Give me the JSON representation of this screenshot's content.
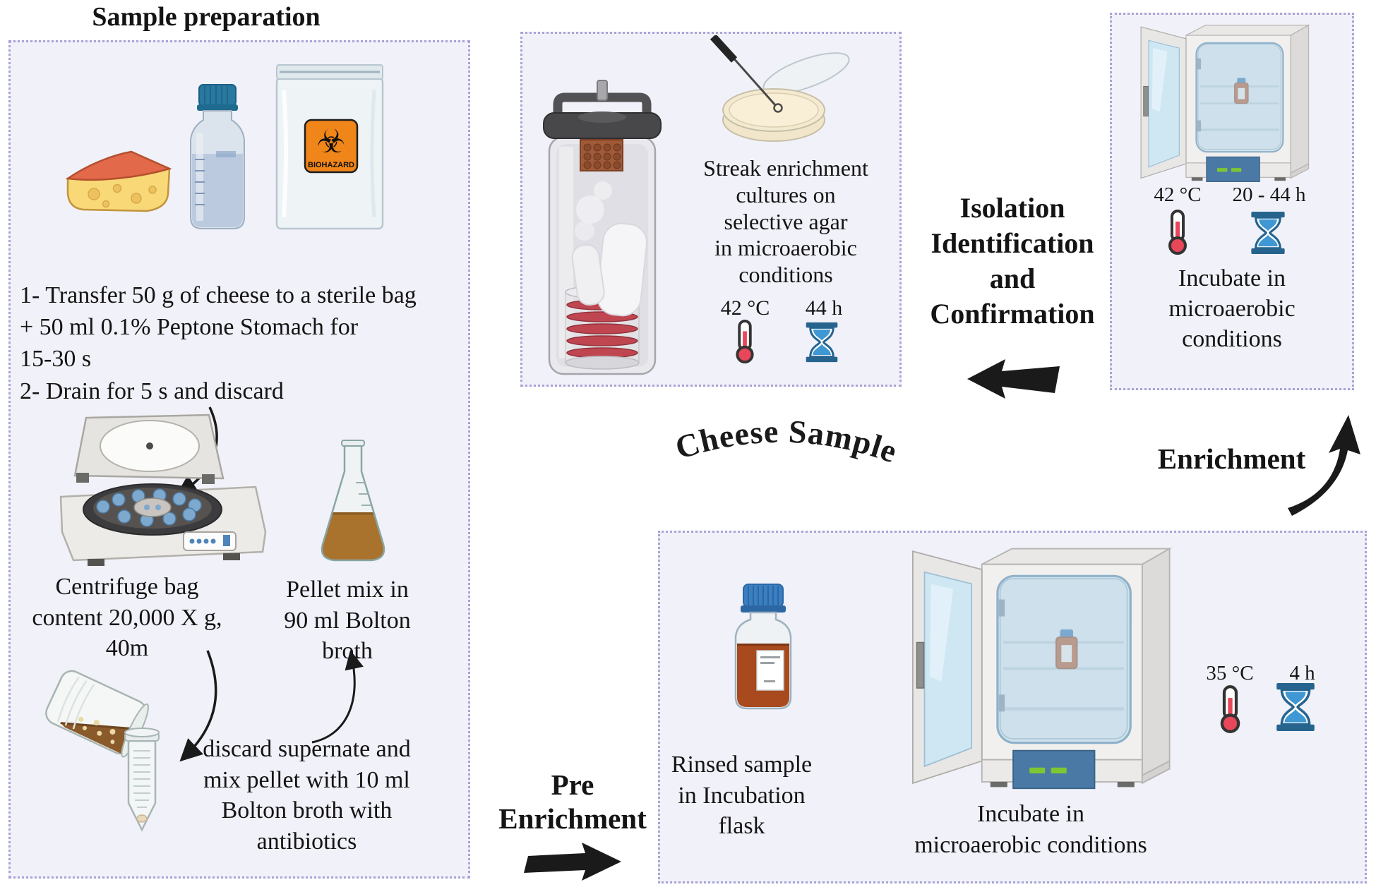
{
  "title": "Sample preparation",
  "sample_prep": {
    "steps": "1- Transfer 50 g of cheese to a sterile bag\n+ 50 ml 0.1% Peptone Stomach for\n15-30 s\n2- Drain for 5 s and discard",
    "centrifuge_caption": "Centrifuge bag\ncontent 20,000 X g,\n40m",
    "flask_caption": "Pellet mix in\n90 ml Bolton\nbroth",
    "discard_caption": "discard supernate and\nmix pellet with 10 ml\nBolton broth with\nantibiotics",
    "biohazard_label": "BIOHAZARD"
  },
  "streak_box": {
    "caption": "Streak  enrichment\ncultures on\nselective agar\nin microaerobic\nconditions",
    "temperature": "42 °C",
    "duration": "44 h"
  },
  "isolation_box": {
    "temperature": "42 °C",
    "duration": "20 - 44 h",
    "caption": "Incubate in\nmicroaerobic\nconditions"
  },
  "enrichment_box": {
    "bottle_caption": "Rinsed sample\nin Incubation\nflask",
    "incubator_caption": "Incubate in\nmicroaerobic conditions",
    "temperature": "35 °C",
    "duration": "4 h"
  },
  "flow_labels": {
    "cheese_sample": "Cheese Sample",
    "isolation": "Isolation\nIdentification\nand\nConfirmation",
    "enrichment": "Enrichment",
    "pre_enrichment": "Pre\nEnrichment"
  },
  "colors": {
    "box_background": "#f1f1f9",
    "box_border": "#a8a3d7",
    "text": "#141414",
    "thermometer_red": "#e8475a",
    "hourglass_blue": "#26648e",
    "biohazard_orange": "#f08519",
    "arrow_black": "#1a1a1a"
  }
}
